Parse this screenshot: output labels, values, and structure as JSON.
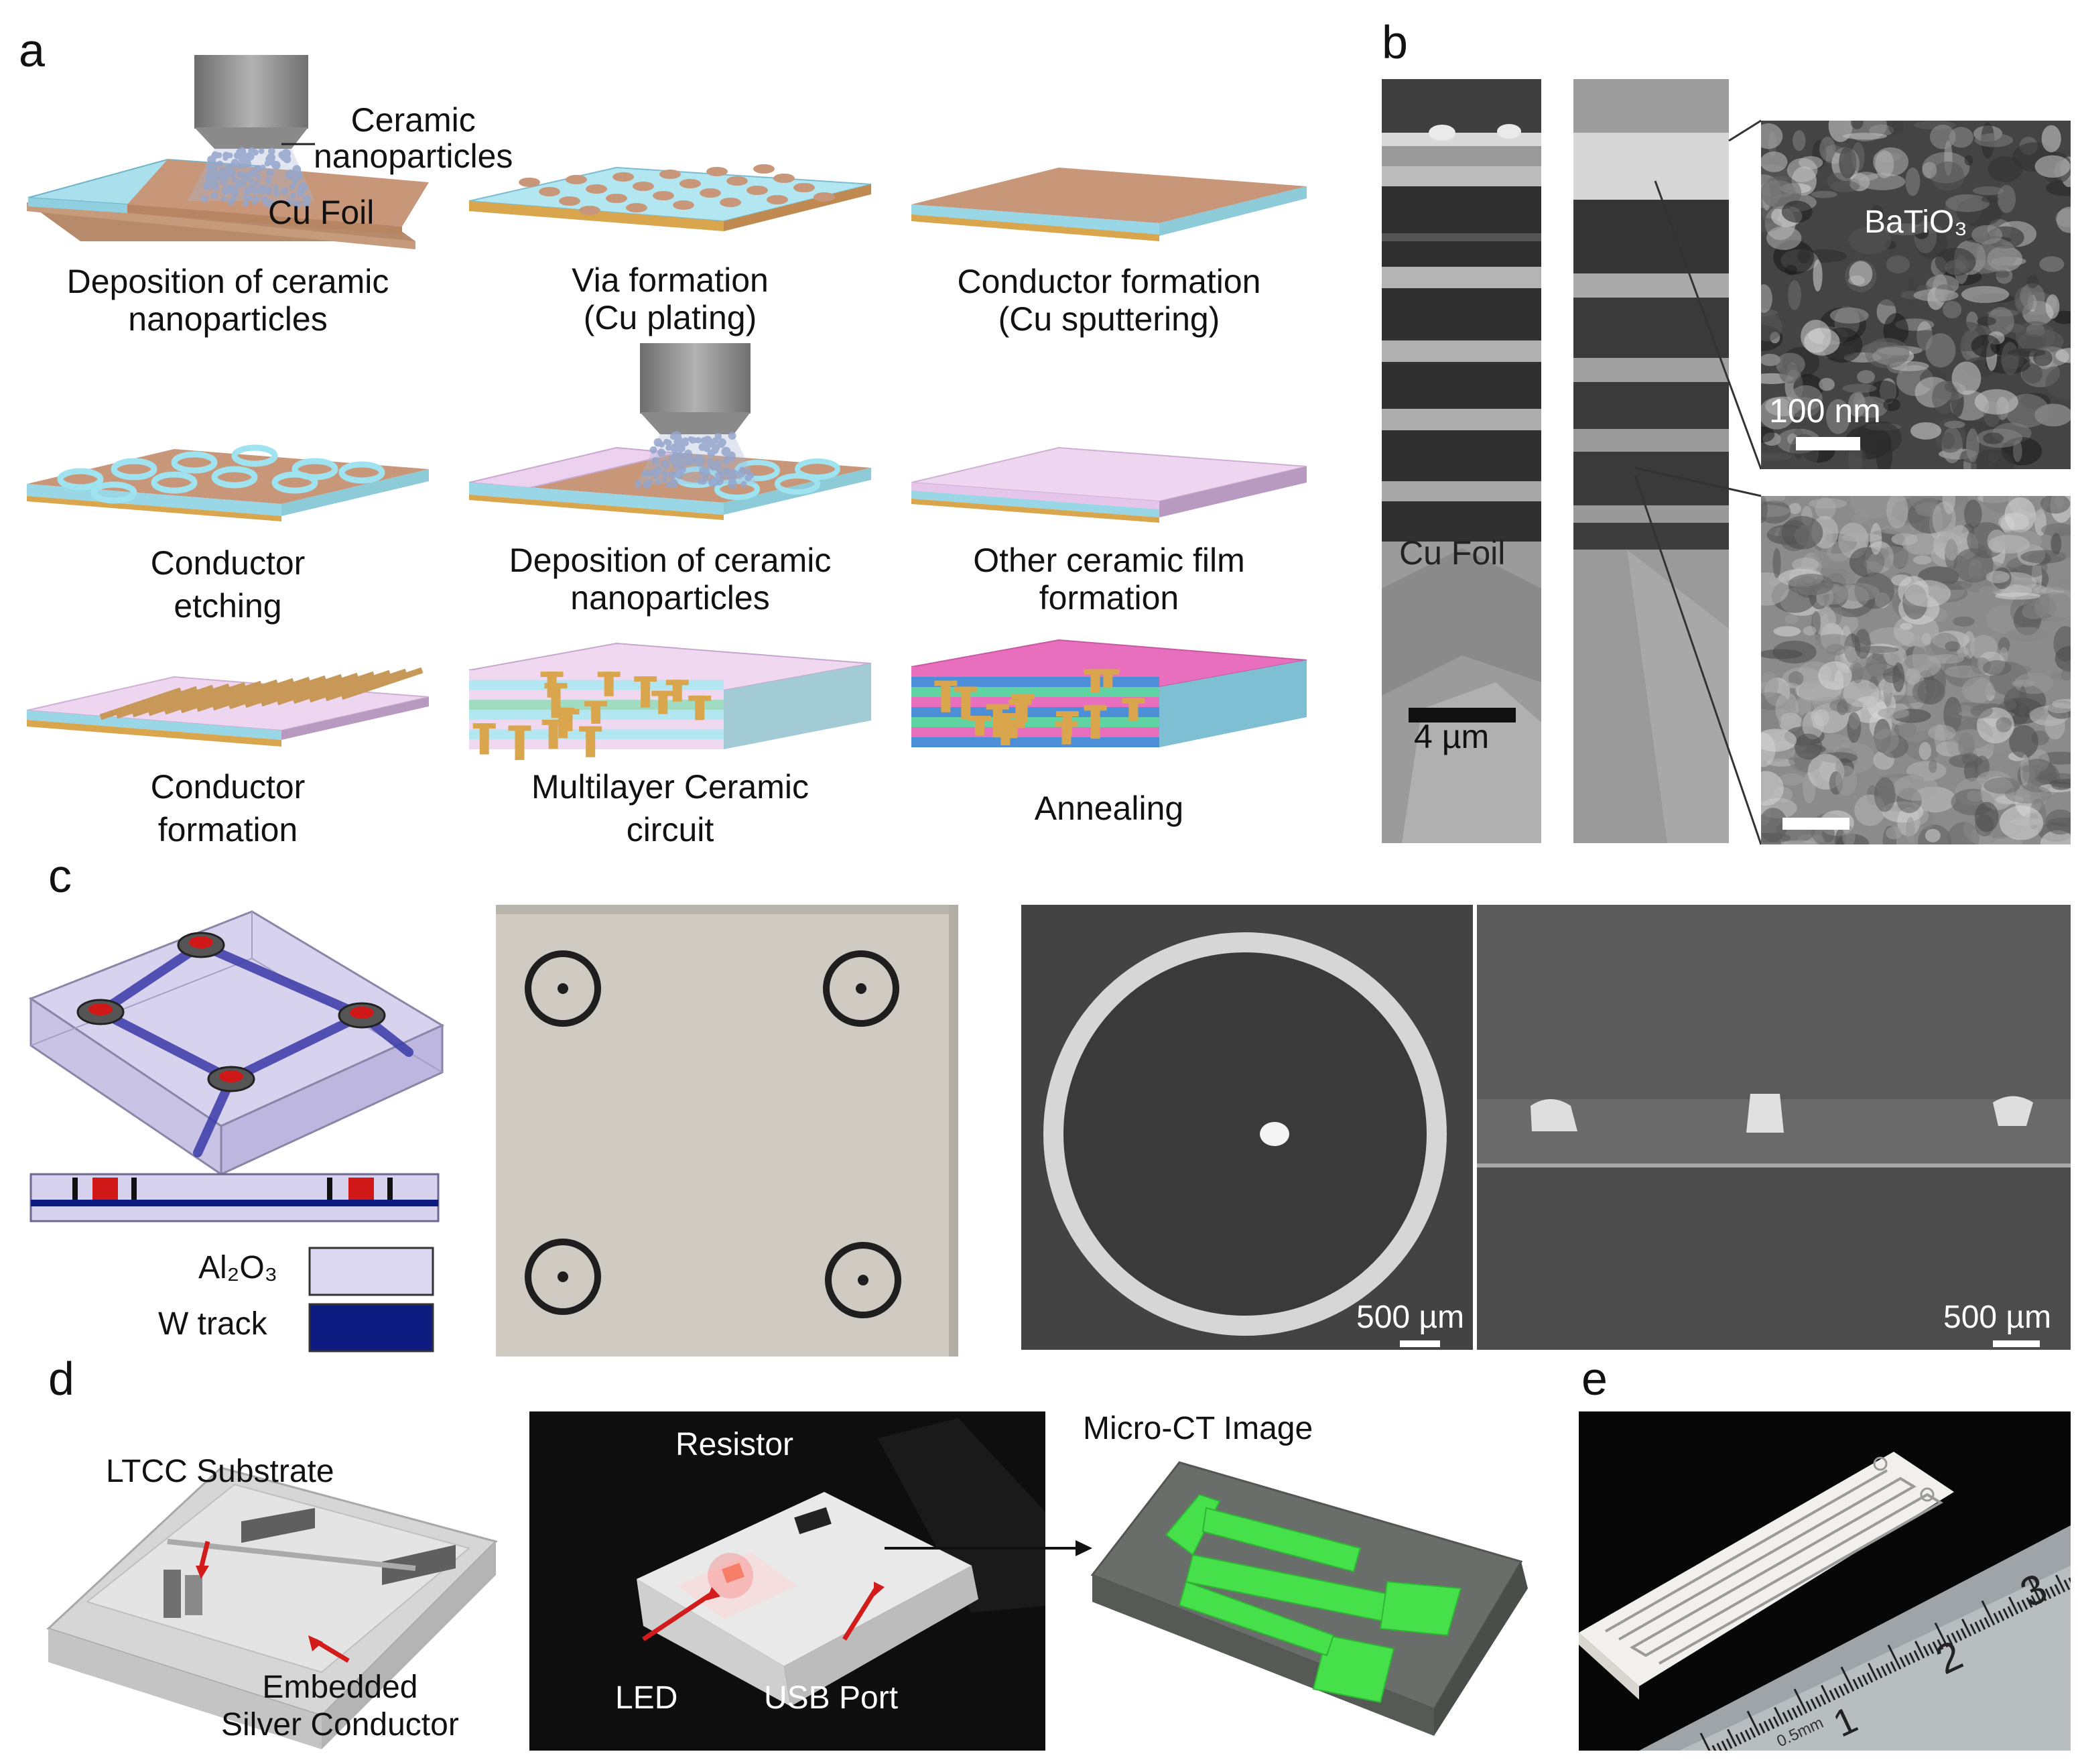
{
  "panels": {
    "a": {
      "label": "a",
      "annotations": {
        "ceramic": "Ceramic\nnanoparticles",
        "cu_foil": "Cu Foil"
      },
      "steps": [
        "Deposition of ceramic\nnanoparticles",
        "Via formation\n(Cu plating)",
        "Conductor formation\n(Cu sputtering)",
        "Conductor\netching",
        "Deposition of ceramic\nnanoparticles",
        "Other ceramic film\nformation",
        "Conductor\nformation",
        "Multilayer Ceramic\ncircuit",
        "Annealing"
      ]
    },
    "b": {
      "label": "b",
      "cu_foil": "Cu Foil",
      "scale_left": "4 µm",
      "material": "BaTiO₃",
      "scale_right": "100 nm"
    },
    "c": {
      "label": "c",
      "legend_alumina": "Al₂O₃",
      "legend_w": "W track",
      "scale_1": "500 µm",
      "scale_2": "500 µm"
    },
    "d": {
      "label": "d",
      "ltcc": "LTCC Substrate",
      "embedded": "Embedded\nSilver Conductor",
      "resistor": "Resistor",
      "led": "LED",
      "usb": "USB Port",
      "microct": "Micro-CT Image"
    },
    "e": {
      "label": "e",
      "ruler": [
        "1",
        "2",
        "3"
      ],
      "ruler_unit": "0.5mm"
    }
  },
  "colors": {
    "copper": "#c8977a",
    "ceramic_blue": "#aee3ee",
    "ceramic_pink": "#efd4ef",
    "via": "#d9a64e",
    "w_track": "#0d1a80",
    "alumina": "#dcd8f2",
    "green_conductor": "#45e04a"
  }
}
